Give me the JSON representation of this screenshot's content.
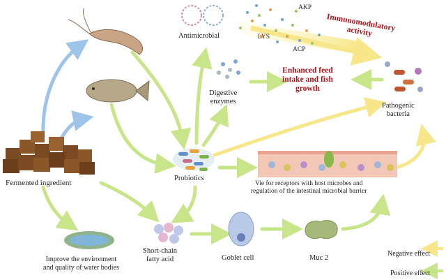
{
  "labels": {
    "fermented": "Fermented ingredient",
    "probiotics": "Probiotics",
    "antimicrobial": "Antimicrobial",
    "digestive": [
      "Digestive",
      "enzymes"
    ],
    "immuno": [
      "Immunomodulatory",
      "activity"
    ],
    "enhanced": [
      "Enhanced feed",
      "intake and fish",
      "growth"
    ],
    "pathogenic": [
      "Pathogenic",
      "bacteria"
    ],
    "vie": [
      "Vie for receptors with host microbes and",
      "regulation of the intestinal microbial barrier"
    ],
    "improve": [
      "Improve the environment",
      "and quality of water bodies"
    ],
    "scfa": [
      "Short-chain",
      "fatty acid"
    ],
    "goblet": "Goblet cell",
    "muc": "Muc 2",
    "negative": "Negative effect",
    "positive": "Positive effect"
  },
  "enzymes": {
    "akp": "AKP",
    "lys": "LYS",
    "acp": "ACP"
  },
  "colors": {
    "green_arrow": "#c9e58a",
    "blue_arrow": "#9ec4ea",
    "yellow_arrow": "#f7e78a",
    "red_text": "#b3131a"
  }
}
